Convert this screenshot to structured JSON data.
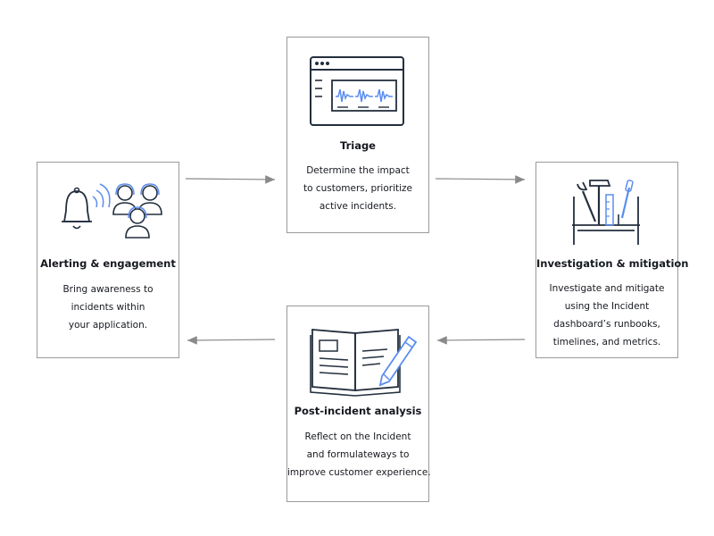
{
  "cards": {
    "alerting": {
      "title": "Alerting & engagement",
      "lines": [
        "Bring awareness to",
        "incidents within",
        "your application."
      ]
    },
    "triage": {
      "title": "Triage",
      "lines": [
        "Determine the impact",
        "to customers, prioritize",
        "active incidents."
      ]
    },
    "investigation": {
      "title": "Investigation & mitigation",
      "lines": [
        "Investigate and mitigate",
        "using the Incident",
        "dashboard’s runbooks,",
        "timelines, and metrics."
      ]
    },
    "post_incident": {
      "title": "Post-incident analysis",
      "lines": [
        "Reflect on the Incident",
        "and formulateways to",
        "improve customer experience."
      ]
    }
  },
  "icons": {
    "alerting": "bell-and-people-icon",
    "triage": "monitoring-dashboard-icon",
    "investigation": "toolbox-icon",
    "post_incident": "notebook-and-pencil-icon"
  },
  "colors": {
    "stroke": "#232f3e",
    "accent": "#5b8def",
    "border": "#9a9a9a",
    "arrow": "#8a8a8a"
  }
}
